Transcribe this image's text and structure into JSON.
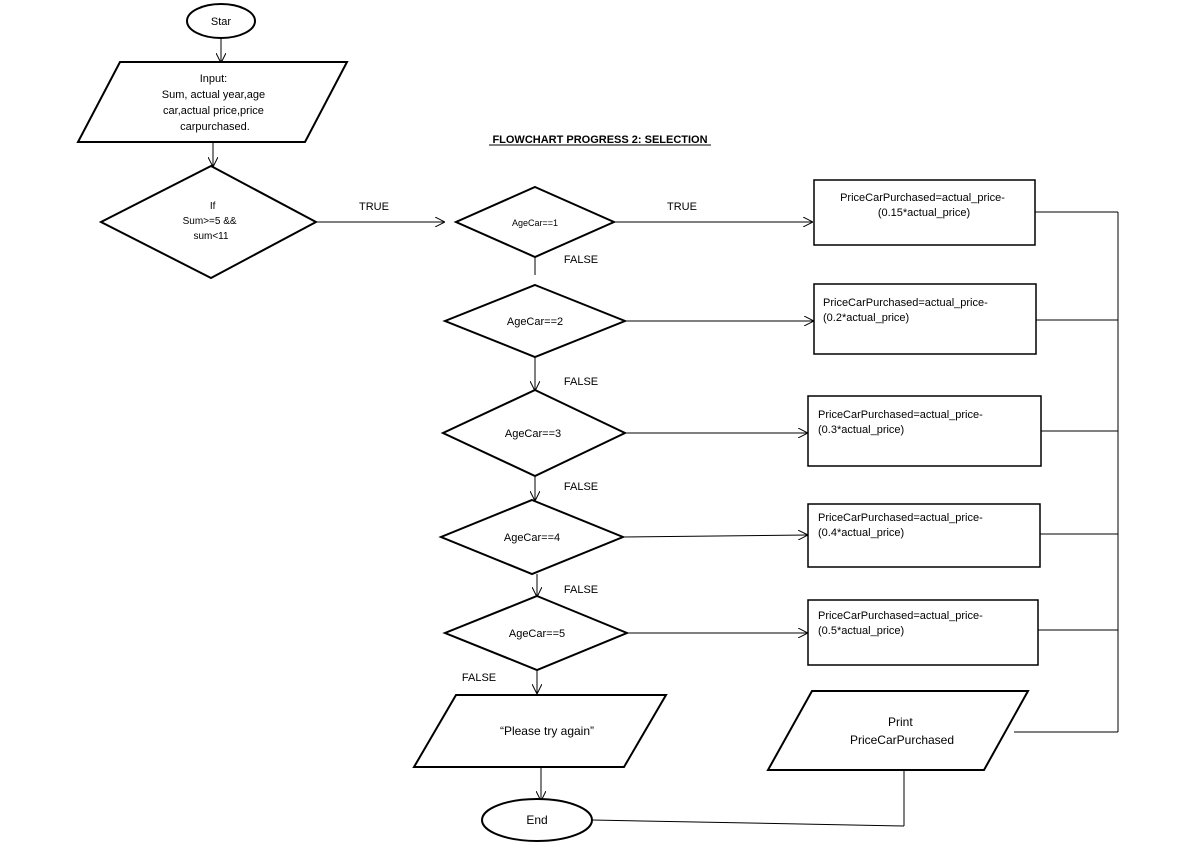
{
  "title": "FLOWCHART PROGRESS 2: SELECTION",
  "start": "Star",
  "end": "End",
  "input": {
    "lines": [
      "Input:",
      "Sum, actual year,age",
      "car,actual price,price",
      "carpurchased."
    ]
  },
  "decision_main": {
    "lines": [
      "If",
      "Sum>=5 &&",
      "sum<11"
    ]
  },
  "labels": {
    "true": "TRUE",
    "false": "FALSE"
  },
  "conditions": [
    "AgeCar==1",
    "AgeCar==2",
    "AgeCar==3",
    "AgeCar==4",
    "AgeCar==5"
  ],
  "process_boxes": [
    {
      "line1": "PriceCarPurchased=actual_price-",
      "line2": "(0.15*actual_price)"
    },
    {
      "line1": "PriceCarPurchased=actual_price-",
      "line2": "(0.2*actual_price)"
    },
    {
      "line1": "PriceCarPurchased=actual_price-",
      "line2": "(0.3*actual_price)"
    },
    {
      "line1": "PriceCarPurchased=actual_price-",
      "line2": "(0.4*actual_price)"
    },
    {
      "line1": "PriceCarPurchased=actual_price-",
      "line2": "(0.5*actual_price)"
    }
  ],
  "try_again": "“Please try again”",
  "print": {
    "line1": "Print",
    "line2": "PriceCarPurchased"
  }
}
